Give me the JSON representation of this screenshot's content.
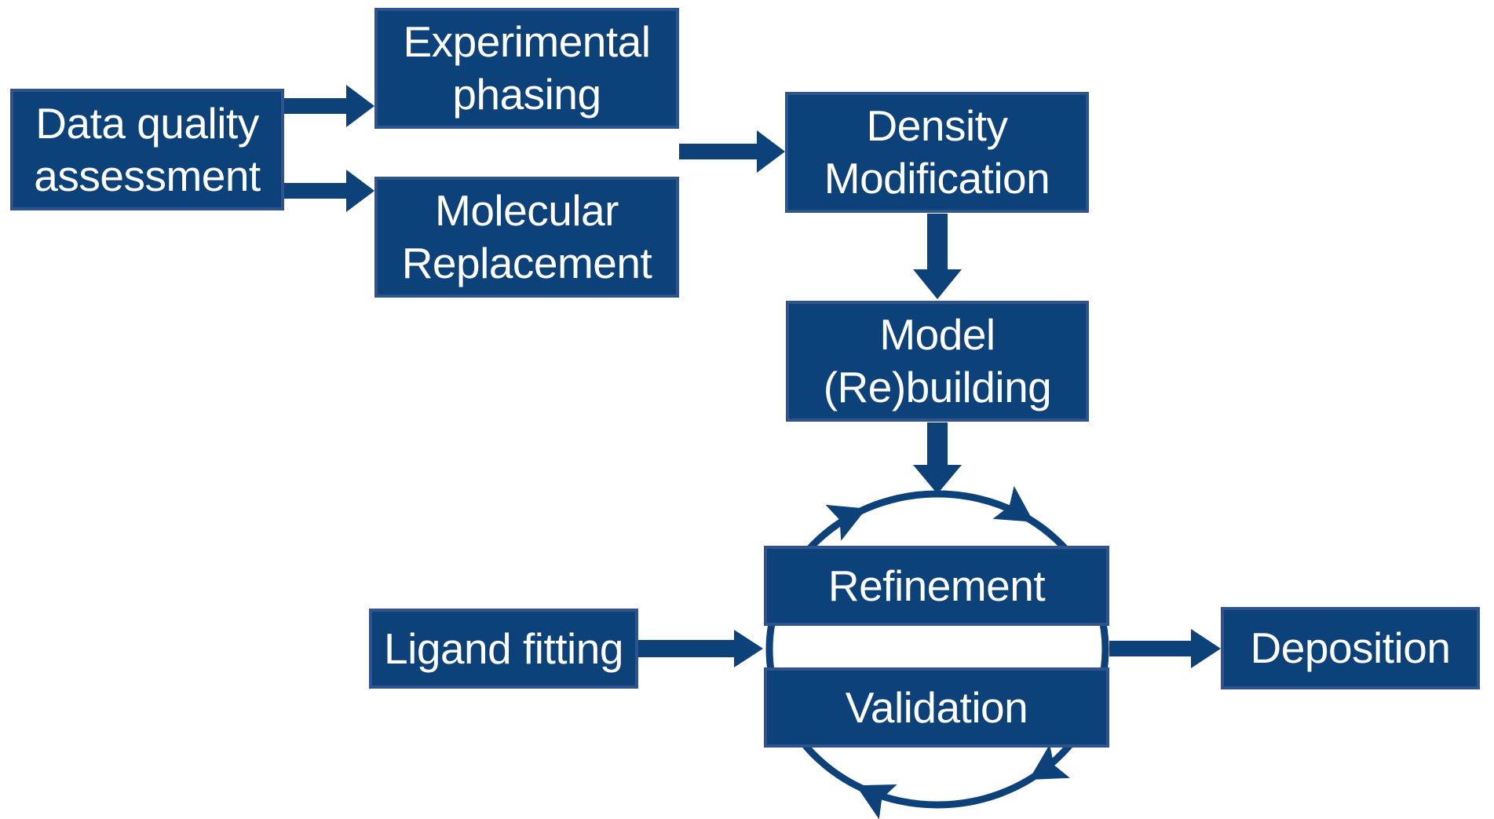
{
  "diagram": {
    "description": "Crystallographic structure determination workflow flowchart",
    "colors": {
      "background": "#ffffff",
      "box_fill": "#0c4179",
      "box_border": "#2f538f",
      "arrow": "#0c4179",
      "text": "#ffffff"
    },
    "boxes": {
      "data_quality": {
        "line1": "Data quality",
        "line2": "assessment"
      },
      "experimental_phasing": {
        "line1": "Experimental",
        "line2": "phasing"
      },
      "molecular_replacement": {
        "line1": "Molecular",
        "line2": "Replacement"
      },
      "density_modification": {
        "line1": "Density",
        "line2": "Modification"
      },
      "model_rebuilding": {
        "line1": "Model",
        "line2": "(Re)building"
      },
      "refinement": {
        "label": "Refinement"
      },
      "validation": {
        "label": "Validation"
      },
      "ligand_fitting": {
        "label": "Ligand fitting"
      },
      "deposition": {
        "label": "Deposition"
      }
    },
    "edges": [
      {
        "from": "data_quality",
        "to": "experimental_phasing"
      },
      {
        "from": "data_quality",
        "to": "molecular_replacement"
      },
      {
        "from": "experimental_phasing + molecular_replacement",
        "to": "density_modification"
      },
      {
        "from": "density_modification",
        "to": "model_rebuilding"
      },
      {
        "from": "model_rebuilding",
        "to": "refinement_validation_cycle"
      },
      {
        "from": "ligand_fitting",
        "to": "refinement_validation_cycle"
      },
      {
        "from": "refinement_validation_cycle",
        "to": "deposition"
      }
    ],
    "cycle": {
      "members": [
        "refinement",
        "validation"
      ],
      "direction": "clockwise",
      "arrowheads": 4
    }
  }
}
